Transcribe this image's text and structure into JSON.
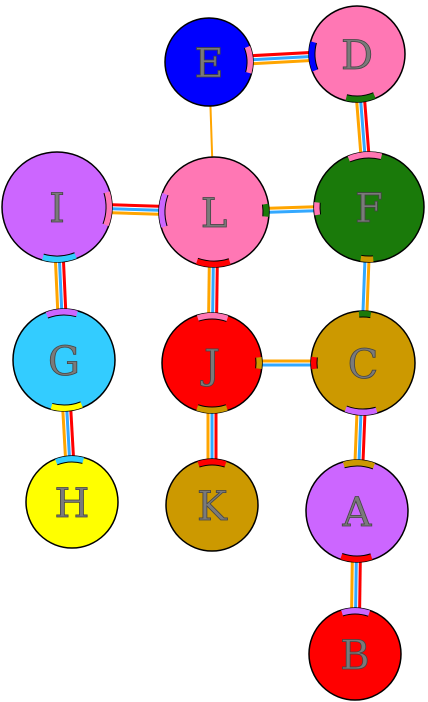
{
  "colors": {
    "red": "#ff0000",
    "orange": "#ffa500",
    "blue_link": "#33a8ff",
    "gold": "#cc9900",
    "outline": "#000000"
  },
  "nodes": [
    {
      "id": "E",
      "label": "E",
      "color": "#0000ff"
    },
    {
      "id": "D",
      "label": "D",
      "color": "#ff77b4"
    },
    {
      "id": "I",
      "label": "I",
      "color": "#cc66ff"
    },
    {
      "id": "L",
      "label": "L",
      "color": "#ff77b4"
    },
    {
      "id": "F",
      "label": "F",
      "color": "#1a7a0a"
    },
    {
      "id": "G",
      "label": "G",
      "color": "#33ccff"
    },
    {
      "id": "J",
      "label": "J",
      "color": "#ff0000"
    },
    {
      "id": "C",
      "label": "C",
      "color": "#cc9900"
    },
    {
      "id": "H",
      "label": "H",
      "color": "#ffff00"
    },
    {
      "id": "K",
      "label": "K",
      "color": "#cc9900"
    },
    {
      "id": "A",
      "label": "A",
      "color": "#cc66ff"
    },
    {
      "id": "B",
      "label": "B",
      "color": "#ff0000"
    }
  ],
  "edges": [
    {
      "from": "E",
      "to": "D",
      "style": "triple"
    },
    {
      "from": "E",
      "to": "L",
      "style": "single"
    },
    {
      "from": "D",
      "to": "F",
      "style": "triple"
    },
    {
      "from": "I",
      "to": "L",
      "style": "triple"
    },
    {
      "from": "L",
      "to": "F",
      "style": "double"
    },
    {
      "from": "I",
      "to": "G",
      "style": "triple"
    },
    {
      "from": "L",
      "to": "J",
      "style": "triple"
    },
    {
      "from": "F",
      "to": "C",
      "style": "double"
    },
    {
      "from": "G",
      "to": "H",
      "style": "triple"
    },
    {
      "from": "J",
      "to": "C",
      "style": "double"
    },
    {
      "from": "J",
      "to": "K",
      "style": "triple"
    },
    {
      "from": "C",
      "to": "A",
      "style": "triple"
    },
    {
      "from": "A",
      "to": "B",
      "style": "triple"
    }
  ]
}
